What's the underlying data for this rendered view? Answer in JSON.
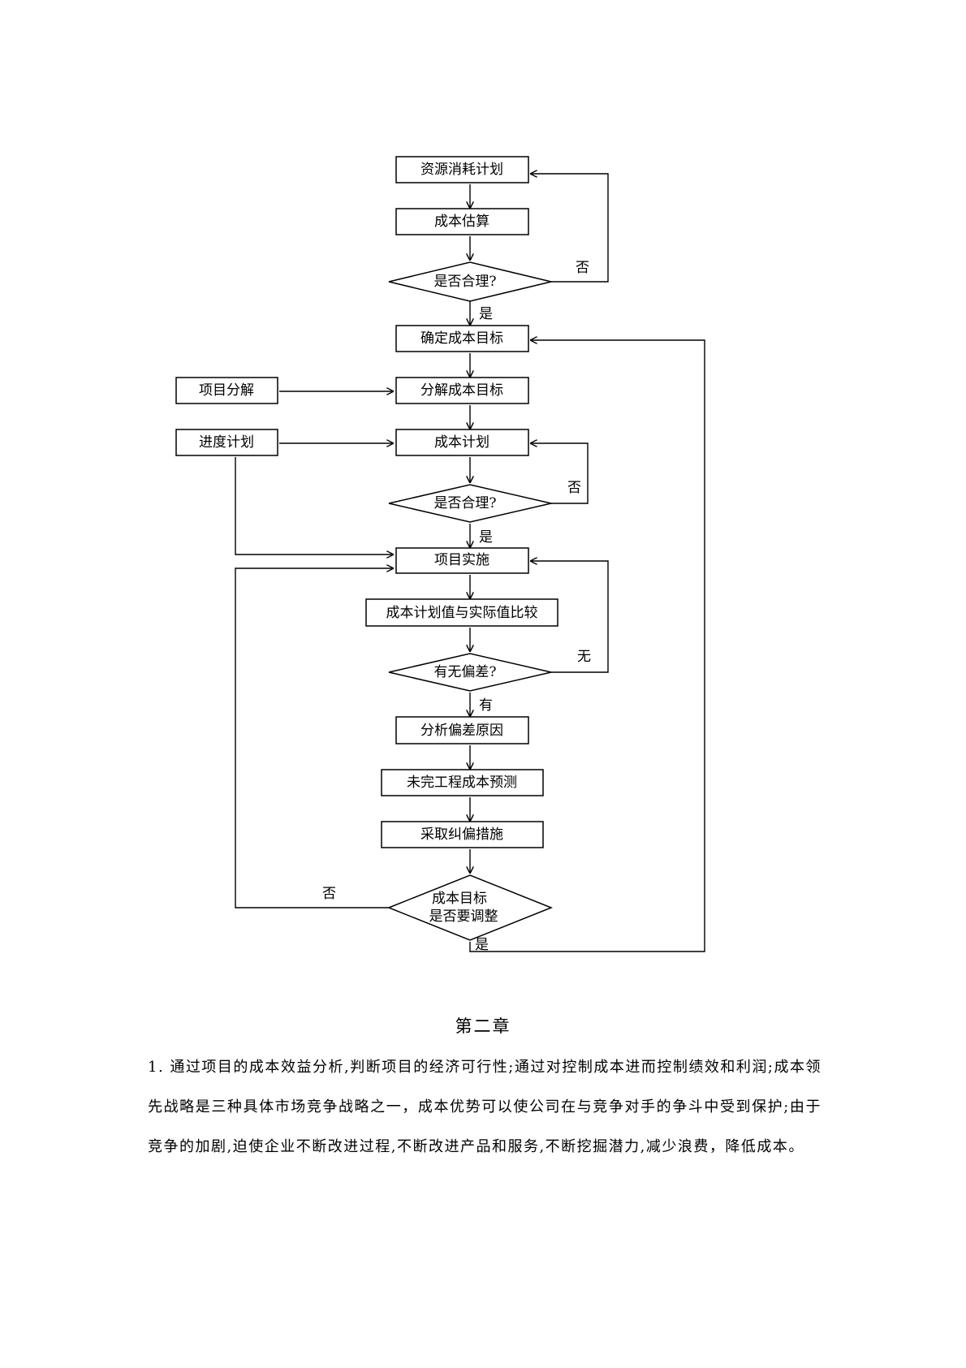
{
  "flowchart": {
    "nodes": {
      "resource_plan": "资源消耗计划",
      "cost_estimate": "成本估算",
      "reasonable_1": "是否合理?",
      "set_target": "确定成本目标",
      "project_breakdown": "项目分解",
      "decompose_target": "分解成本目标",
      "schedule_plan": "进度计划",
      "cost_plan": "成本计划",
      "reasonable_2": "是否合理?",
      "implement": "项目实施",
      "compare": "成本计划值与实际值比较",
      "deviation": "有无偏差?",
      "analyze_cause": "分析偏差原因",
      "forecast": "未完工程成本预测",
      "corrective": "采取纠偏措施",
      "adjust_line1": "成本目标",
      "adjust_line2": "是否要调整"
    },
    "labels": {
      "no_1": "否",
      "yes_1": "是",
      "no_2": "否",
      "yes_2": "是",
      "none": "无",
      "has": "有",
      "no_3": "否",
      "yes_3": "是"
    }
  },
  "chapter": {
    "title": "第二章",
    "paragraph": "1. 通过项目的成本效益分析,判断项目的经济可行性;通过对控制成本进而控制绩效和利润;成本领先战略是三种具体市场竞争战略之一，成本优势可以使公司在与竞争对手的争斗中受到保护;由于竞争的加剧,迫使企业不断改进过程,不断改进产品和服务,不断挖掘潜力,减少浪费，降低成本。"
  }
}
